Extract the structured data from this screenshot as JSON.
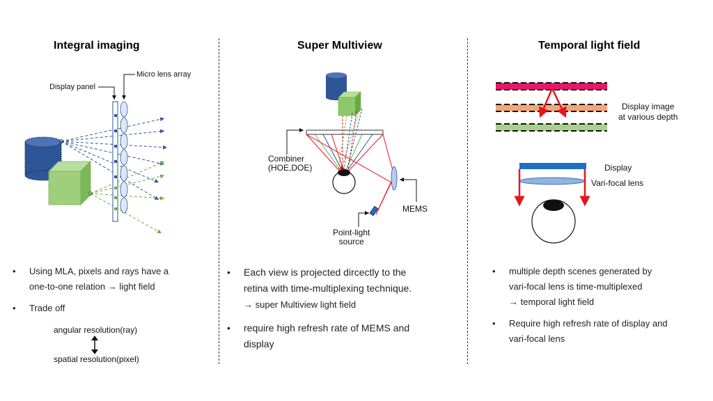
{
  "col1": {
    "title": "Integral imaging",
    "label_display_panel": "Display panel",
    "label_mla": "Micro lens array",
    "bullet1_line1": "Using MLA, pixels and rays have a",
    "bullet1_line2": "one-to-one relation → light field",
    "bullet2": "Trade off",
    "tradeoff_top": "angular resolution(ray)",
    "tradeoff_bottom": "spatial resolution(pixel)"
  },
  "col2": {
    "title": "Super Multiview",
    "label_combiner_1": "Combiner",
    "label_combiner_2": "(HOE,DOE)",
    "label_mems": "MEMS",
    "label_point_light_1": "Point-light",
    "label_point_light_2": "source",
    "bullet1_line1": "Each view is projected dircectly to the",
    "bullet1_line2": "retina with time-multiplexing technique.",
    "bullet1_line3": "→ super Multiview light field",
    "bullet2_line1": "require high refresh rate of MEMS and",
    "bullet2_line2": "display"
  },
  "col3": {
    "title": "Temporal  light field",
    "label_display_image_1": "Display image",
    "label_display_image_2": "at various depth",
    "label_display": "Display",
    "label_varifocal": "Vari-focal lens",
    "bullet1_line1": "multiple depth scenes generated by",
    "bullet1_line2": "vari-focal lens is time-multiplexed",
    "bullet1_line3": "→ temporal light field",
    "bullet2_line1": "Require high refresh rate of display and",
    "bullet2_line2": "vari-focal lens"
  },
  "bullet_symbol": "•",
  "colors": {
    "cylinder": "#2e5597",
    "cube": "#9fcf7c",
    "ray_blue": "#2e5597",
    "ray_green": "#6aaa45",
    "plane_magenta": "#e8156b",
    "plane_orange": "#f3a678",
    "plane_green": "#a9d18e",
    "display_bar": "#1f70c1",
    "arrow_red": "#e8141c"
  }
}
